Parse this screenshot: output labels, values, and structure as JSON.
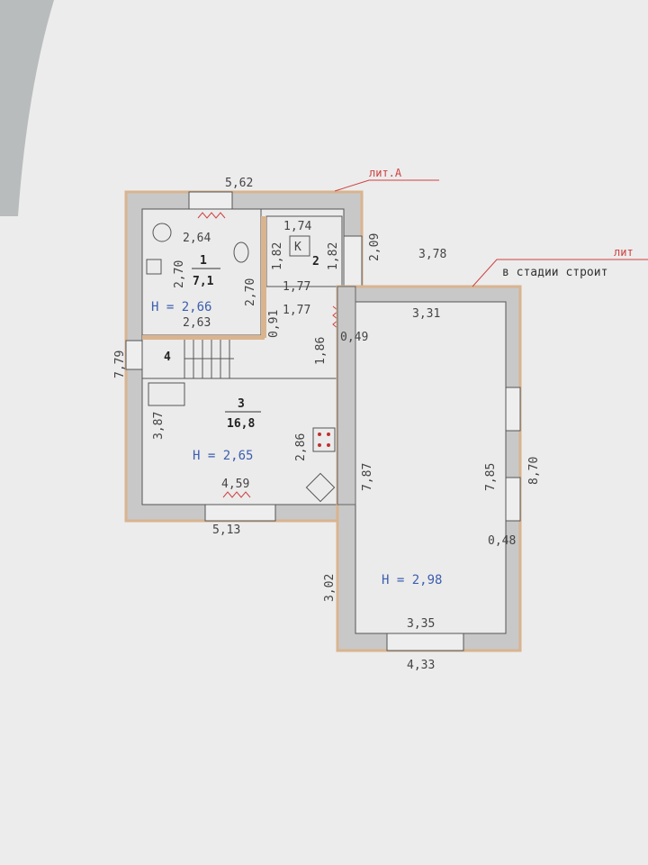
{
  "labels": {
    "lit_a": "лит.А",
    "lit_b": "лит",
    "under_construction": "в стадии строит"
  },
  "rooms": {
    "r1_num": "1",
    "r1_area": "7,1",
    "r1_height": "H = 2,66",
    "r2_num": "2",
    "r2_symbol": "K",
    "r3_num": "3",
    "r3_area": "16,8",
    "r3_height": "H = 2,65",
    "r4_num": "4",
    "ext_height": "H = 2,98"
  },
  "dims": {
    "top": "5,62",
    "left": "7,79",
    "bottom": "5,13",
    "r1_top": "2,64",
    "r1_left": "2,70",
    "r1_right": "2,70",
    "r1_bottom": "2,63",
    "r2_top": "1,74",
    "r2_left": "1,82",
    "r2_right": "1,82",
    "r2_bottom": "1,77",
    "r2_out": "2,09",
    "corr_w": "1,77",
    "corr_a": "0,91",
    "corr_h": "1,86",
    "wall": "0,49",
    "r3_left": "3,87",
    "r3_right": "2,86",
    "r3_bottom": "4,59",
    "mid": "7,87",
    "ext_top_out": "3,78",
    "ext_top_in": "3,31",
    "ext_right_in": "7,85",
    "ext_right_out": "8,70",
    "ext_wall": "0,48",
    "ext_left": "3,02",
    "ext_bottom_in": "3,35",
    "ext_bottom_out": "4,33"
  }
}
